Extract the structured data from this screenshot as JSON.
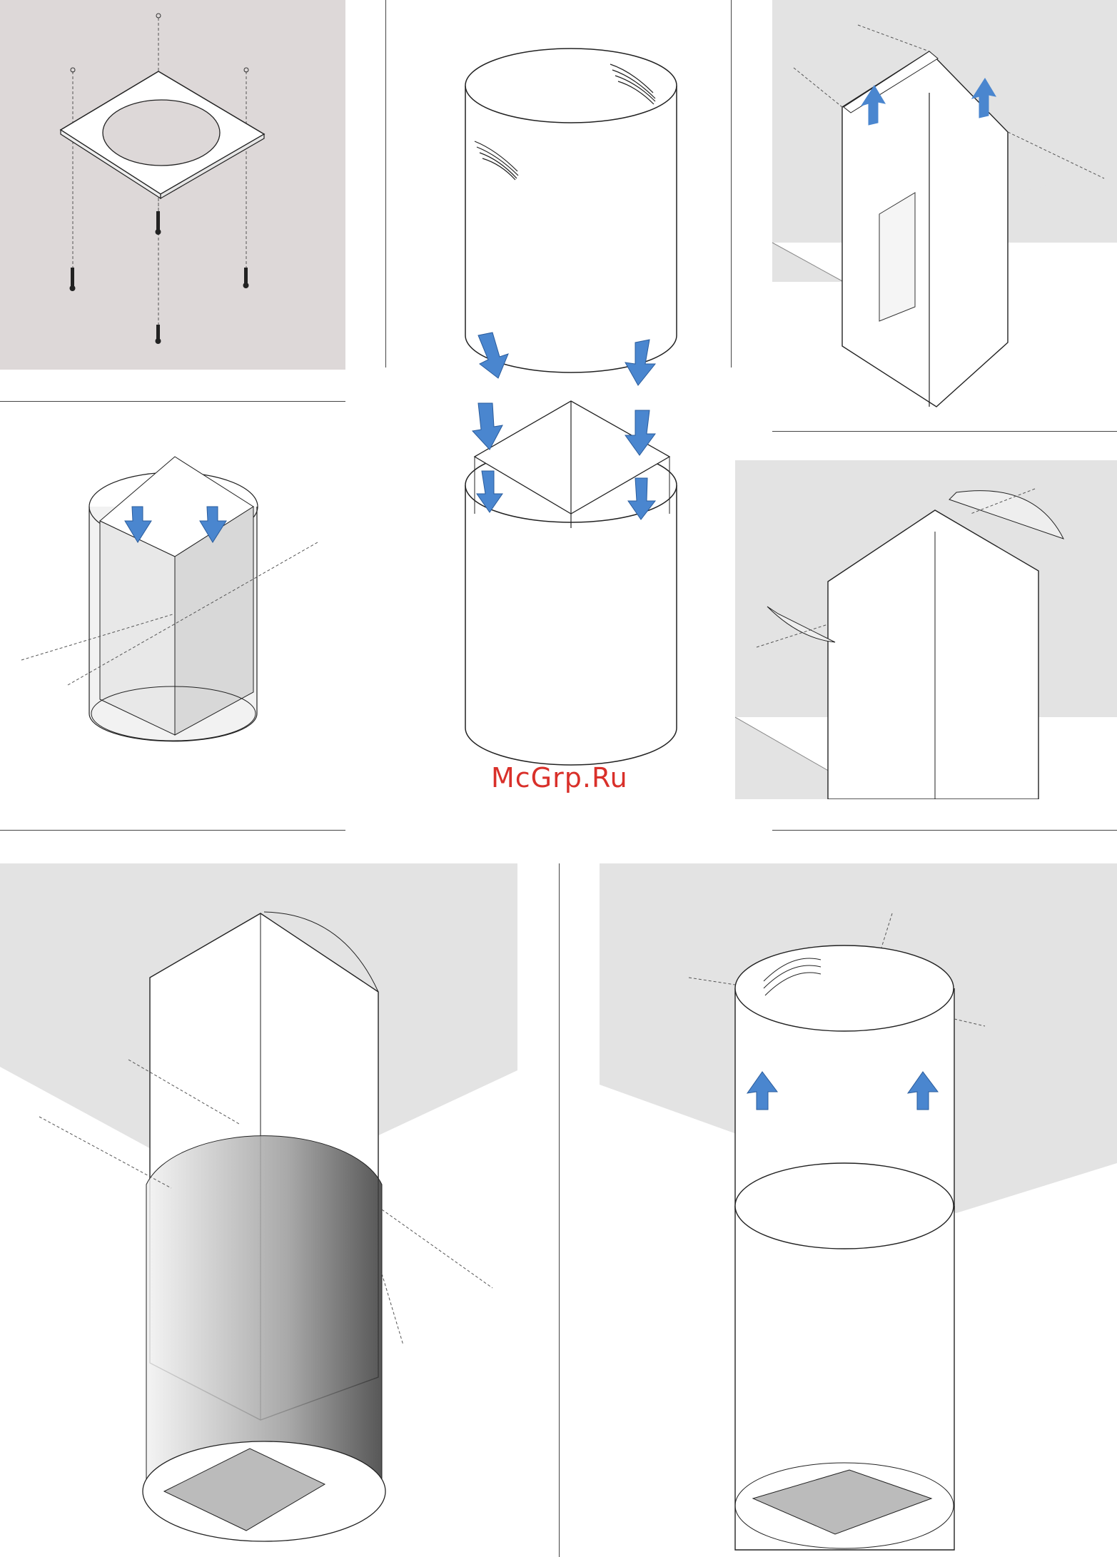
{
  "watermark": {
    "text": "McGrp.Ru",
    "color": "#d9302a"
  },
  "colors": {
    "ceiling": "#ddd8d8",
    "wall": "#e3e3e3",
    "arrow": "#4a86cf",
    "line": "#222222"
  },
  "steps": [
    {
      "id": 1,
      "subject": "mounting-plate-screws"
    },
    {
      "id": 2,
      "subject": "outer-cylinder-over-frame"
    },
    {
      "id": 3,
      "subject": "frame-to-ceiling-bracket"
    },
    {
      "id": 4,
      "subject": "frame-with-motor-in-cylinder"
    },
    {
      "id": 5,
      "subject": "half-ring-brackets"
    },
    {
      "id": 6,
      "subject": "frame-and-lower-cylinder"
    },
    {
      "id": 7,
      "subject": "upper-cylinder-fixing"
    }
  ]
}
